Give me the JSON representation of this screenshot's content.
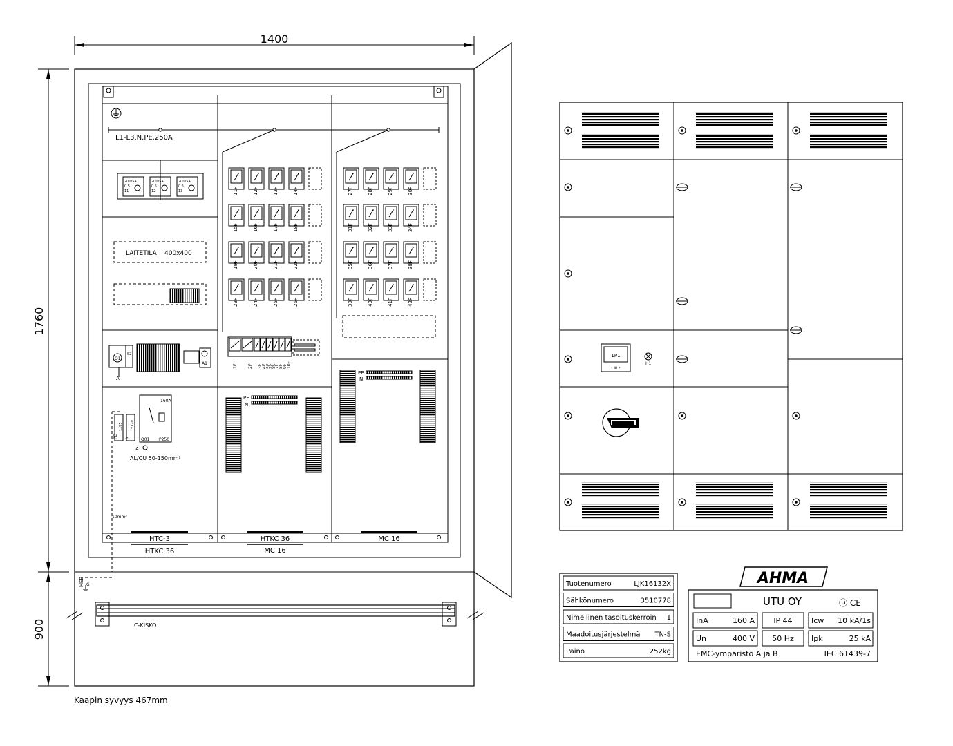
{
  "dimensions": {
    "width": "1400",
    "height_total": "1760",
    "height_lower": "900",
    "depth_note": "Kaapin syvyys 467mm"
  },
  "cabinet": {
    "busbar_label": "L1-L3.N.PE.250A",
    "device_space_label": "LAITETILA",
    "device_space_size": "400x400",
    "main_fuse_labels": [
      "200/5A",
      "0.5",
      "11",
      "200/5A",
      "0.5",
      "12",
      "200/5A",
      "0.5",
      "13"
    ],
    "breakers_mid": [
      "11F",
      "12F",
      "13F",
      "14F",
      "15F",
      "16F",
      "17F",
      "18F",
      "19F",
      "20F",
      "21F",
      "22F",
      "23F",
      "24F",
      "25F",
      "26F"
    ],
    "breakers_right": [
      "27F",
      "28F",
      "29F",
      "30F",
      "31F",
      "32F",
      "33F",
      "34F",
      "35F",
      "36F",
      "37F",
      "38F",
      "39F",
      "40F",
      "41F",
      "42F"
    ],
    "small_breakers": [
      "1F",
      "2F",
      "3F",
      "4F",
      "5F",
      "6F",
      "7F",
      "8F",
      "9F",
      "10F"
    ],
    "meter_labels": [
      "Q1",
      "S2",
      "A",
      "A1"
    ],
    "incomer_labels": [
      "160A",
      "PE",
      "1x95",
      "N",
      "1x120",
      "Q01",
      "P250",
      "A",
      "AL/CU 50-150mm²"
    ],
    "earth_conductor": "10mm²",
    "meb_label": "MEB",
    "pe_label": "PE",
    "n_label": "N",
    "section_labels_top": [
      "HTC-3",
      "HTKC 36",
      "MC 16"
    ],
    "section_labels_bottom": [
      "HTKC 36",
      "MC 16"
    ],
    "rail_label": "C-KISKO"
  },
  "front_view": {
    "meter_label": "1P1",
    "meter_sub": "‹  ≡  ›",
    "lamp_label": "H1"
  },
  "product_table": [
    {
      "label": "Tuotenumero",
      "value": "LJK16132X"
    },
    {
      "label": "Sähkönumero",
      "value": "3510778"
    },
    {
      "label": "Nimellinen tasoituskerroin",
      "value": "1"
    },
    {
      "label": "Maadoitusjärjestelmä",
      "value": "TN-S"
    },
    {
      "label": "Paino",
      "value": "252kg"
    }
  ],
  "nameplate": {
    "brand": "AHMA",
    "company": "UTU OY",
    "marks": "ⓤ CE",
    "ina_label": "InA",
    "ina_value": "160 A",
    "ip": "IP 44",
    "icw_label": "Icw",
    "icw_value": "10 kA/1s",
    "un_label": "Un",
    "un_value": "400 V",
    "freq": "50 Hz",
    "ipk_label": "Ipk",
    "ipk_value": "25 kA",
    "emc": "EMC-ympäristö  A ja B",
    "standard": "IEC 61439-7"
  }
}
